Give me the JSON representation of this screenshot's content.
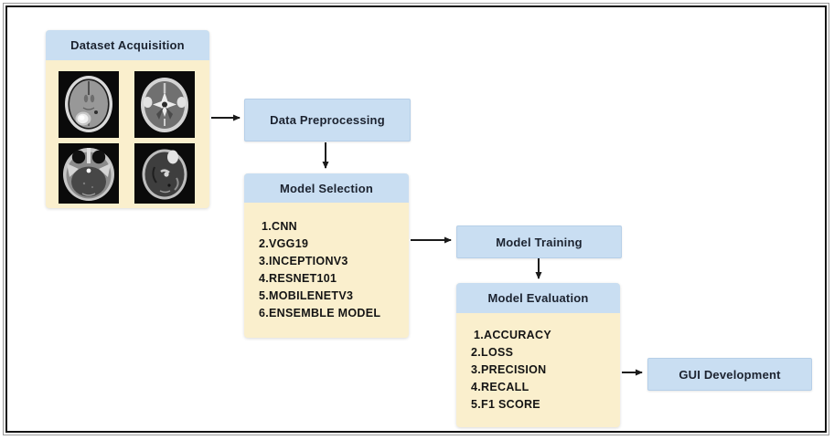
{
  "diagram": {
    "nodes": {
      "dataset_acquisition": {
        "label": "Dataset Acquisition"
      },
      "data_preprocessing": {
        "label": "Data Preprocessing"
      },
      "model_selection": {
        "label": "Model Selection",
        "items": [
          "1.CNN",
          "2.VGG19",
          "3.INCEPTIONV3",
          "4.RESNET101",
          "5.MOBILENETV3",
          "6.ENSEMBLE MODEL"
        ]
      },
      "model_training": {
        "label": "Model Training"
      },
      "model_evaluation": {
        "label": "Model Evaluation",
        "items": [
          "1.ACCURACY",
          "2.LOSS",
          "3.PRECISION",
          "4.RECALL",
          "5.F1 SCORE"
        ]
      },
      "gui_development": {
        "label": "GUI Development"
      }
    },
    "flow": [
      "Dataset Acquisition",
      "Data Preprocessing",
      "Model Selection",
      "Model Training",
      "Model Evaluation",
      "GUI Development"
    ],
    "scan_icons": [
      "brain-mri-axial-bright-tumor",
      "brain-mri-axial-central-star",
      "brain-mri-skull-base-orbits",
      "brain-mri-axial-upper-right-lesion"
    ],
    "colors": {
      "header_blue": "#c9def2",
      "panel_cream": "#faefcd",
      "arrow_black": "#1a1a1a",
      "text_dark": "#1c2330"
    }
  }
}
